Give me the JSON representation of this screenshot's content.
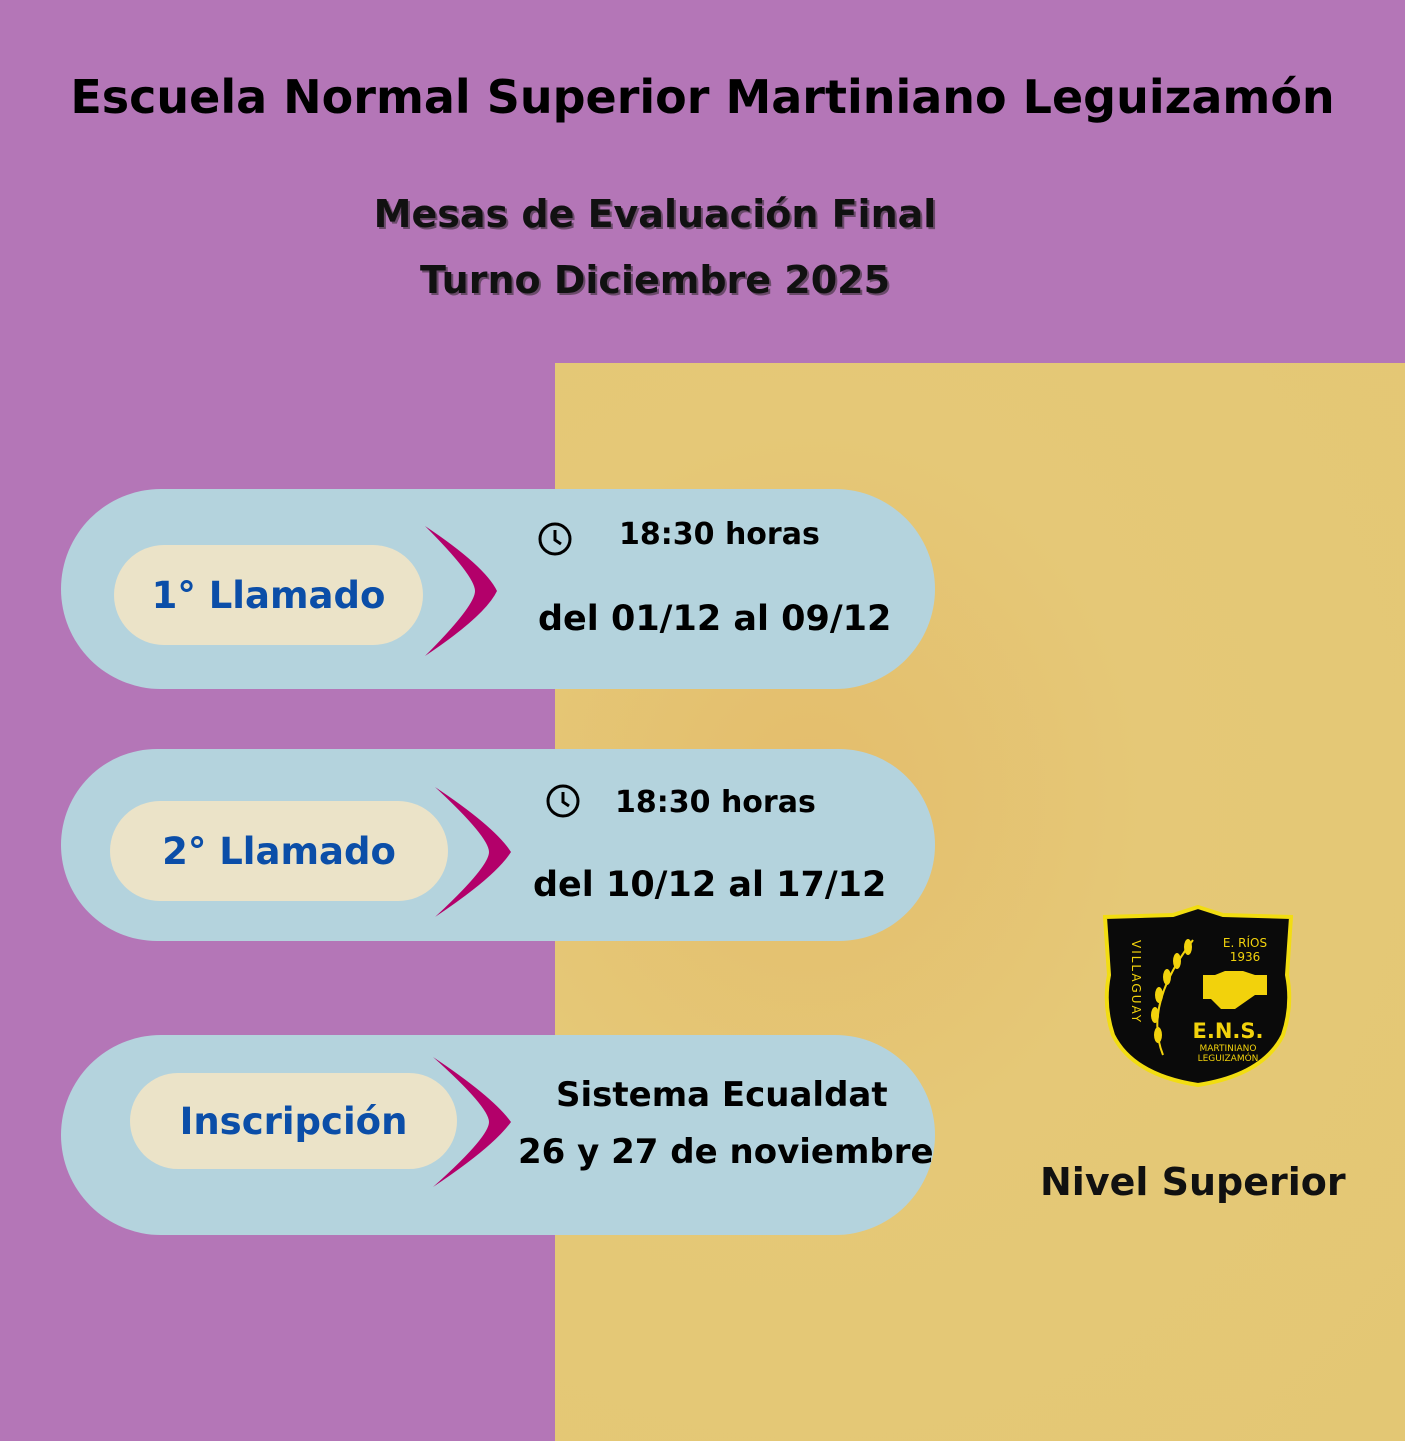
{
  "header": {
    "title": "Escuela Normal Superior Martiniano Leguizamón",
    "subtitle_line1": "Mesas de Evaluación Final",
    "subtitle_line2": "Turno Diciembre 2025"
  },
  "cards": [
    {
      "label": "1° Llamado",
      "time": "18:30 horas",
      "dates": "del 01/12 al 09/12"
    },
    {
      "label": "2° Llamado",
      "time": "18:30 horas",
      "dates": "del 10/12 al 17/12"
    },
    {
      "label": "Inscripción",
      "line1": "Sistema Ecualdat",
      "line2": "26 y 27 de noviembre"
    }
  ],
  "logo": {
    "top": "E. RÍOS",
    "year": "1936",
    "side": "VILLAGUAY",
    "initials": "E.N.S.",
    "name1": "MARTINIANO",
    "name2": "LEGUIZAMÓN"
  },
  "footer": {
    "level": "Nivel Superior"
  },
  "colors": {
    "background": "#b476b7",
    "panel": "#e5c674",
    "card": "#b4d3dd",
    "pill": "#ebe3c8",
    "label": "#0b4ea8",
    "chevron": "#b3006a"
  }
}
